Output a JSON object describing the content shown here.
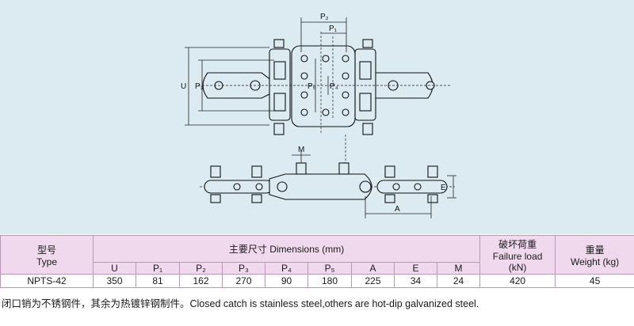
{
  "drawing": {
    "labels": {
      "p2": "P₂",
      "p1": "P₁",
      "u": "U",
      "p3": "P₃",
      "p5": "P₅",
      "p4": "P₄",
      "m": "M",
      "e": "E",
      "a": "A"
    }
  },
  "table": {
    "type_label_cn": "型号",
    "type_label_en": "Type",
    "dimensions_header": "主要尺寸 Dimensions (mm)",
    "failure_load_cn": "破坏荷重",
    "failure_load_en": "Failure load",
    "failure_load_unit": "(kN)",
    "weight_cn": "重量",
    "weight_en": "Weight (kg)",
    "columns": [
      "U",
      "P₁",
      "P₂",
      "P₃",
      "P₄",
      "P₅",
      "A",
      "E",
      "M"
    ],
    "rows": [
      {
        "type": "NPTS-42",
        "values": [
          "350",
          "81",
          "162",
          "270",
          "90",
          "180",
          "225",
          "34",
          "24"
        ],
        "failure_load": "420",
        "weight": "45"
      }
    ]
  },
  "footnote": "闭口销为不锈钢件，其余为热镀锌钢制件。Closed catch is stainless steel,others are hot-dip galvanized steel."
}
